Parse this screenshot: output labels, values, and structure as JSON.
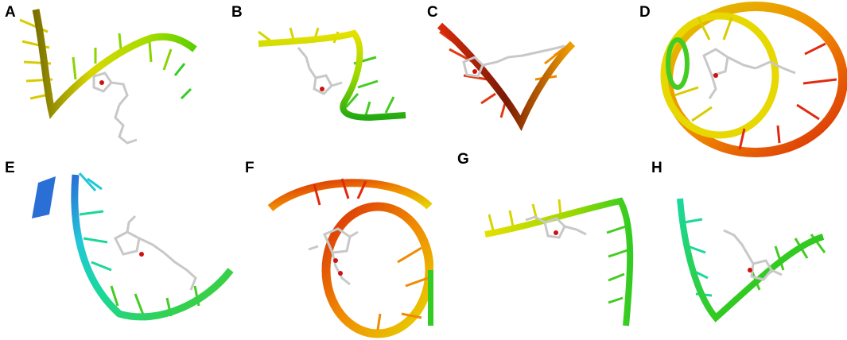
{
  "panels": [
    {
      "label": "A"
    },
    {
      "label": "B"
    },
    {
      "label": "C"
    },
    {
      "label": "D"
    },
    {
      "label": "E"
    },
    {
      "label": "F"
    },
    {
      "label": "G"
    },
    {
      "label": "H"
    }
  ],
  "colors": {
    "yellow": "#e6e000",
    "yellow_green": "#b8d800",
    "green": "#33cc22",
    "green_dark": "#22aa11",
    "orange": "#f08a00",
    "red": "#d92b0a",
    "red_dark": "#7a1a05",
    "cyan": "#22c8d8",
    "blue": "#2a6fd6",
    "teal": "#1ad89a",
    "ligand": "#c8c8c8",
    "oxygen": "#d01010",
    "label": "#000000"
  }
}
